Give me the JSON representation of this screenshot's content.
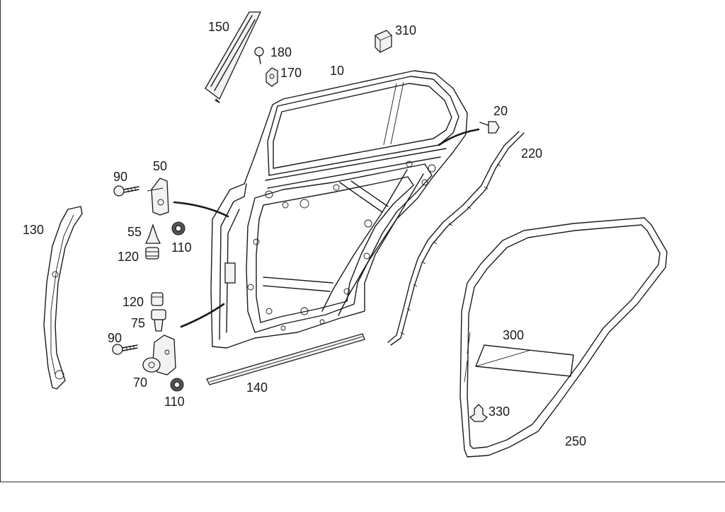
{
  "colors": {
    "ink": "#1a1a1a",
    "background": "#ffffff",
    "part_fill": "#f2f2f2"
  },
  "callouts": [
    {
      "id": "p10",
      "label": "10"
    },
    {
      "id": "p20",
      "label": "20"
    },
    {
      "id": "p50",
      "label": "50"
    },
    {
      "id": "p55",
      "label": "55"
    },
    {
      "id": "p70",
      "label": "70"
    },
    {
      "id": "p75",
      "label": "75"
    },
    {
      "id": "p90a",
      "label": "90"
    },
    {
      "id": "p90b",
      "label": "90"
    },
    {
      "id": "p110a",
      "label": "110"
    },
    {
      "id": "p110b",
      "label": "110"
    },
    {
      "id": "p120a",
      "label": "120"
    },
    {
      "id": "p120b",
      "label": "120"
    },
    {
      "id": "p130",
      "label": "130"
    },
    {
      "id": "p140",
      "label": "140"
    },
    {
      "id": "p150",
      "label": "150"
    },
    {
      "id": "p170",
      "label": "170"
    },
    {
      "id": "p180",
      "label": "180"
    },
    {
      "id": "p220",
      "label": "220"
    },
    {
      "id": "p250",
      "label": "250"
    },
    {
      "id": "p300",
      "label": "300"
    },
    {
      "id": "p310",
      "label": "310"
    },
    {
      "id": "p330",
      "label": "330"
    }
  ]
}
